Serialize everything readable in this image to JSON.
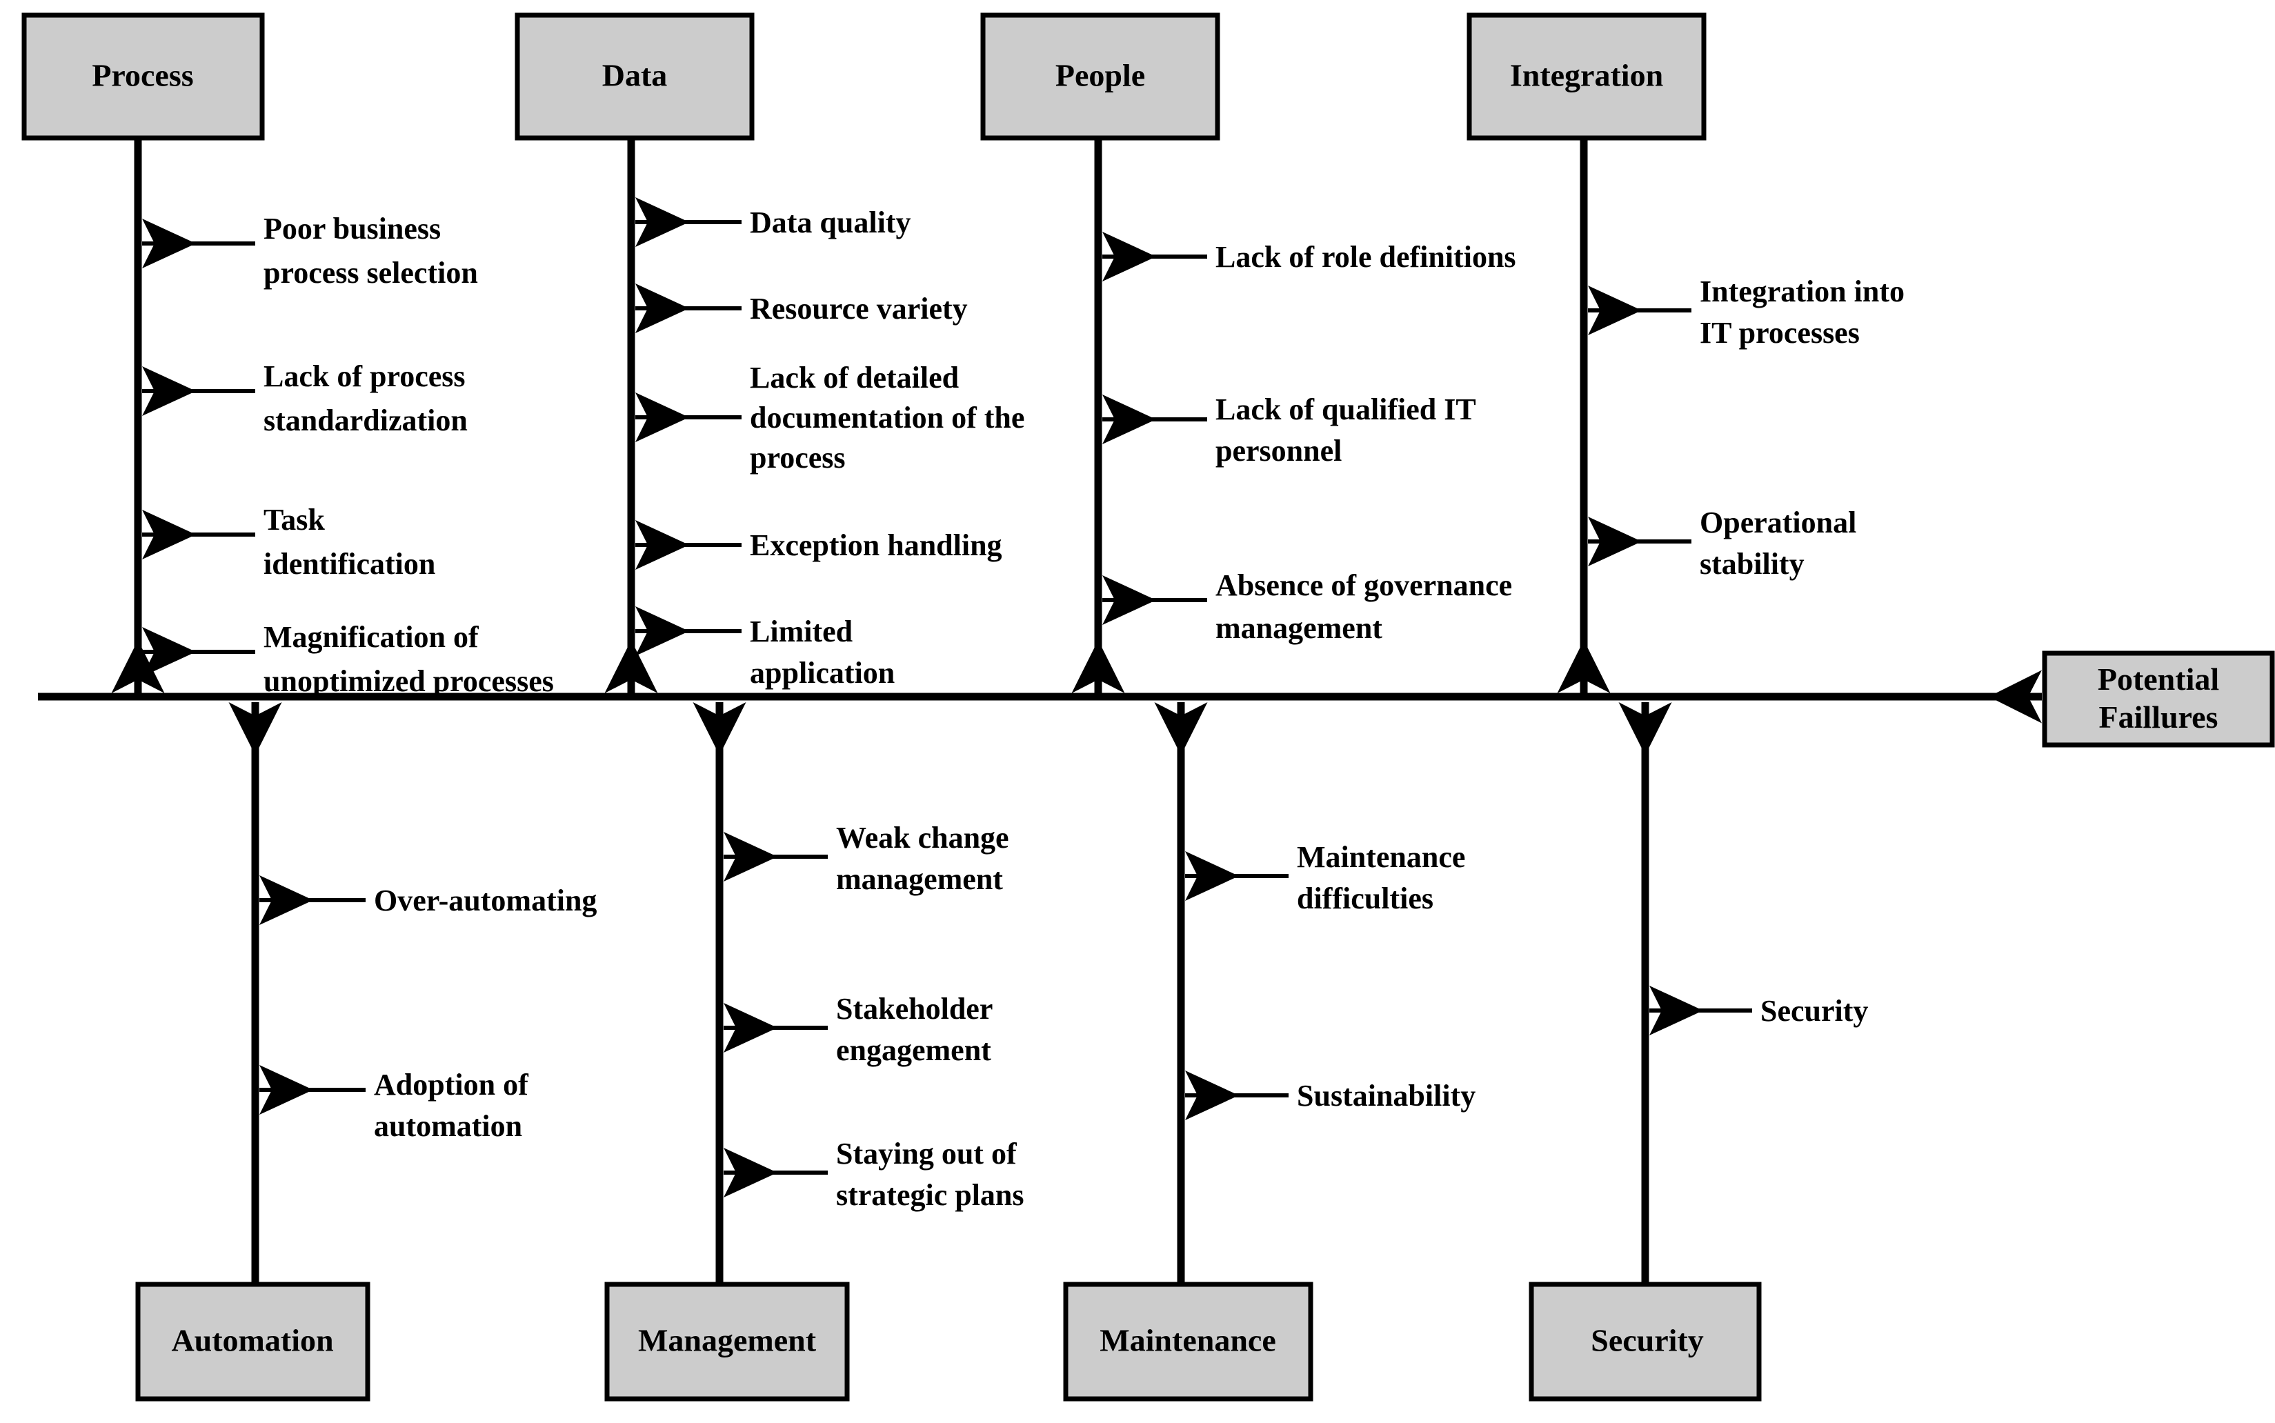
{
  "diagram": {
    "type": "fishbone-ishikawa",
    "effect": {
      "line1": "Potential",
      "line2": "Faillures"
    },
    "colors": {
      "box_fill": "#cccccc",
      "stroke": "#000000",
      "background": "#ffffff"
    },
    "top_categories": [
      {
        "name": "Process",
        "causes": [
          {
            "line1": "Poor business",
            "line2": "process selection"
          },
          {
            "line1": "Lack of process",
            "line2": "standardization"
          },
          {
            "line1": "Task",
            "line2": "identification"
          },
          {
            "line1": "Magnification of",
            "line2": "unoptimized processes"
          }
        ]
      },
      {
        "name": "Data",
        "causes": [
          {
            "line1": "Data quality",
            "line2": ""
          },
          {
            "line1": "Resource variety",
            "line2": ""
          },
          {
            "line1": "Lack of detailed",
            "line2": "documentation of the",
            "line3": "process"
          },
          {
            "line1": "Exception handling",
            "line2": ""
          },
          {
            "line1": "Limited",
            "line2": "application"
          }
        ]
      },
      {
        "name": "People",
        "causes": [
          {
            "line1": "Lack of role definitions",
            "line2": ""
          },
          {
            "line1": "Lack of qualified IT",
            "line2": "personnel"
          },
          {
            "line1": "Absence of governance",
            "line2": "management"
          }
        ]
      },
      {
        "name": "Integration",
        "causes": [
          {
            "line1": "Integration into",
            "line2": "IT processes"
          },
          {
            "line1": "Operational",
            "line2": "stability"
          }
        ]
      }
    ],
    "bottom_categories": [
      {
        "name": "Automation",
        "causes": [
          {
            "line1": "Over-automating",
            "line2": ""
          },
          {
            "line1": "Adoption of",
            "line2": "automation"
          }
        ]
      },
      {
        "name": "Management",
        "causes": [
          {
            "line1": "Weak change",
            "line2": "management"
          },
          {
            "line1": "Stakeholder",
            "line2": "engagement"
          },
          {
            "line1": "Staying out of",
            "line2": "strategic plans"
          }
        ]
      },
      {
        "name": "Maintenance",
        "causes": [
          {
            "line1": "Maintenance",
            "line2": "difficulties"
          },
          {
            "line1": "Sustainability",
            "line2": ""
          }
        ]
      },
      {
        "name": "Security",
        "causes": [
          {
            "line1": "Security",
            "line2": ""
          }
        ]
      }
    ]
  }
}
